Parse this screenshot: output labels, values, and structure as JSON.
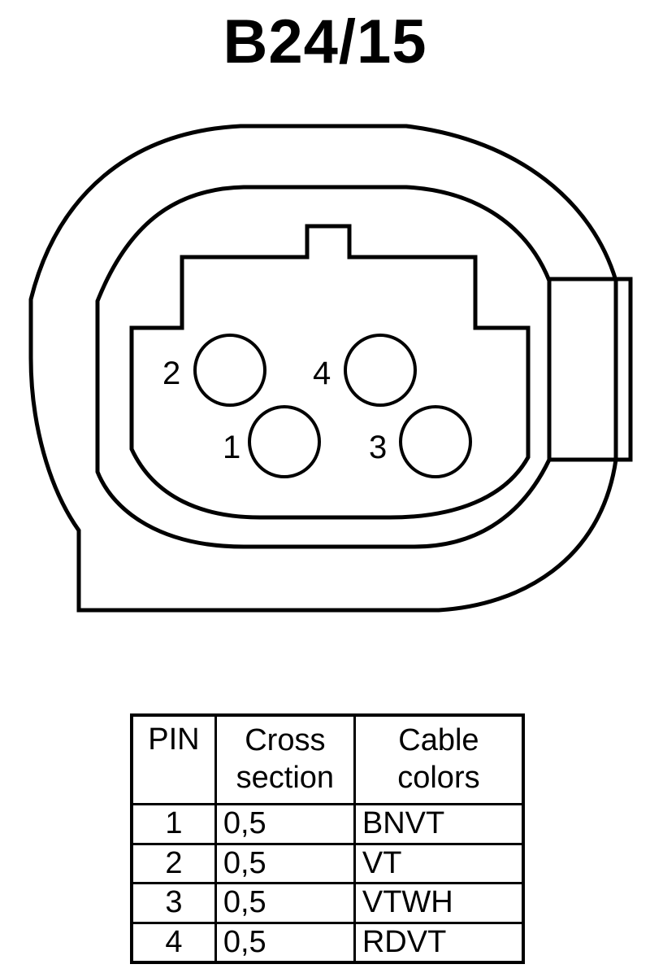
{
  "title": "B24/15",
  "connector": {
    "pins": [
      {
        "label": "1"
      },
      {
        "label": "2"
      },
      {
        "label": "3"
      },
      {
        "label": "4"
      }
    ]
  },
  "table": {
    "headers": {
      "pin": "PIN",
      "cross_line1": "Cross",
      "cross_line2": "section",
      "colors_line1": "Cable",
      "colors_line2": "colors"
    },
    "rows": [
      {
        "pin": "1",
        "cross_section": "0,5",
        "cable_colors": "BNVT"
      },
      {
        "pin": "2",
        "cross_section": "0,5",
        "cable_colors": "VT"
      },
      {
        "pin": "3",
        "cross_section": "0,5",
        "cable_colors": "VTWH"
      },
      {
        "pin": "4",
        "cross_section": "0,5",
        "cable_colors": "RDVT"
      }
    ]
  }
}
